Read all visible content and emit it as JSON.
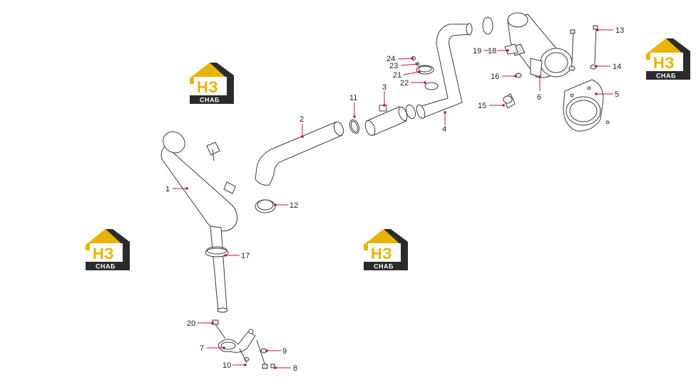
{
  "diagram": {
    "parts": [
      {
        "id": "muffler",
        "label": "1"
      },
      {
        "id": "intake-hose",
        "label": "2"
      },
      {
        "id": "connector-tube",
        "label": "3"
      },
      {
        "id": "pipe-bend",
        "label": "4"
      },
      {
        "id": "air-cleaner-bracket",
        "label": "5"
      },
      {
        "id": "air-cleaner",
        "label": "6"
      },
      {
        "id": "tail-pipe-bracket",
        "label": "7"
      },
      {
        "id": "bolt-a",
        "label": "8"
      },
      {
        "id": "washer-a",
        "label": "9"
      },
      {
        "id": "washer-b",
        "label": "10"
      },
      {
        "id": "clamp-11",
        "label": "11"
      },
      {
        "id": "clamp-12",
        "label": "12"
      },
      {
        "id": "bolt-13",
        "label": "13"
      },
      {
        "id": "nut-14",
        "label": "14"
      },
      {
        "id": "valve-15",
        "label": "15"
      },
      {
        "id": "nut-16",
        "label": "16"
      },
      {
        "id": "tail-pipe-clamp",
        "label": "17"
      },
      {
        "id": "indicator-18",
        "label": "18"
      },
      {
        "id": "indicator-19",
        "label": "19"
      },
      {
        "id": "bolt-20",
        "label": "20"
      },
      {
        "id": "clamp-21",
        "label": "21"
      },
      {
        "id": "clamp-22",
        "label": "22"
      },
      {
        "id": "clamp-23",
        "label": "23"
      },
      {
        "id": "screw-24",
        "label": "24"
      }
    ]
  },
  "watermark": {
    "logo_letters": "НЗ",
    "logo_subtext": "СНАБ"
  },
  "colors": {
    "leader": "#c8102e",
    "logo_yellow": "#e8b400",
    "logo_dark": "#2b2b2b",
    "outline": "#3a3a3a"
  }
}
